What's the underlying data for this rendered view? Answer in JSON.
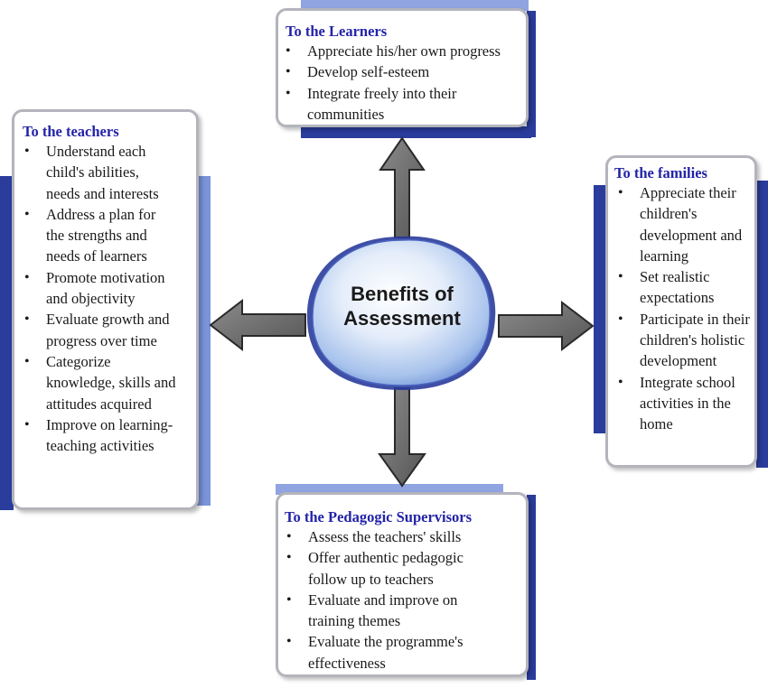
{
  "center": {
    "line1": "Benefits of",
    "line2": "Assessment"
  },
  "boxes": {
    "learners": {
      "title": "To the Learners",
      "items": [
        "Appreciate his/her own progress",
        "Develop self-esteem",
        "Integrate  freely into their communities"
      ]
    },
    "teachers": {
      "title": "To the teachers",
      "items": [
        "Understand each child's abilities, needs and interests",
        "Address a plan for the strengths and needs of learners",
        "Promote motivation and objectivity",
        "Evaluate growth and progress over time",
        "Categorize knowledge, skills and attitudes acquired",
        "Improve on learning-teaching activities"
      ]
    },
    "families": {
      "title": "To the families",
      "items": [
        "Appreciate their children's development and learning",
        "Set realistic expectations",
        "Participate in their children's holistic development",
        "Integrate school activities in the home"
      ]
    },
    "supervisors": {
      "title": "To the Pedagogic Supervisors",
      "items": [
        "Assess the teachers' skills",
        "Offer authentic pedagogic follow up to teachers",
        "Evaluate and improve on training themes",
        "Evaluate the programme's effectiveness"
      ]
    }
  },
  "colors": {
    "heading": "#2323a8",
    "accent_bar": "#2a3c9c",
    "accent_bar_light": "#7b93d9",
    "arrow_fill": "#6e6e6e",
    "blob_fill": "#a8c3ec"
  }
}
